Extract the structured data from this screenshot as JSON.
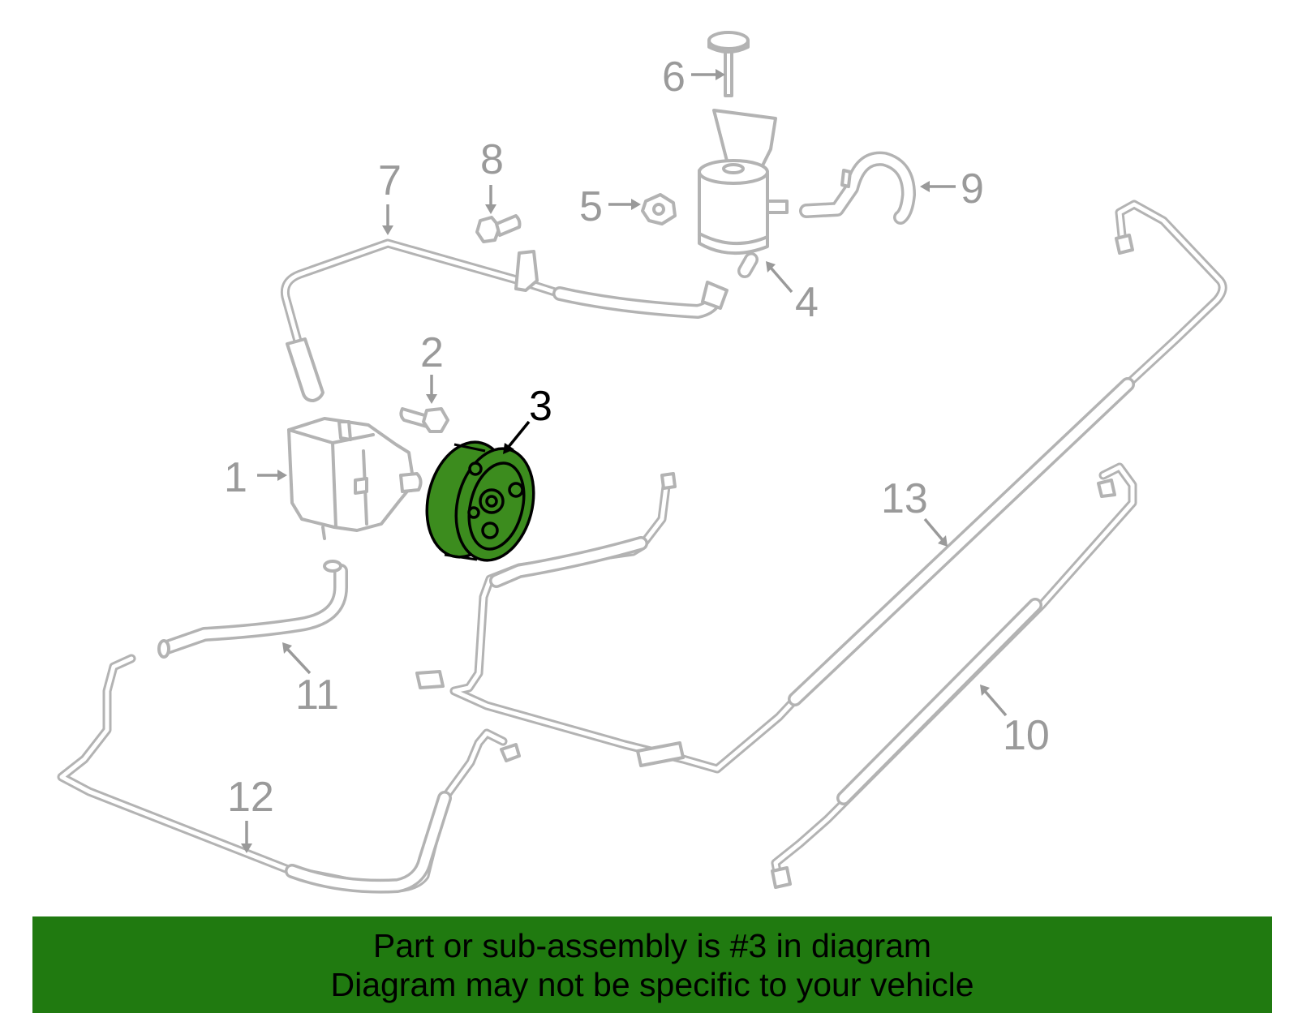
{
  "callouts": [
    {
      "id": "1",
      "label": "1"
    },
    {
      "id": "2",
      "label": "2"
    },
    {
      "id": "3",
      "label": "3",
      "highlighted": true
    },
    {
      "id": "4",
      "label": "4"
    },
    {
      "id": "5",
      "label": "5"
    },
    {
      "id": "6",
      "label": "6"
    },
    {
      "id": "7",
      "label": "7"
    },
    {
      "id": "8",
      "label": "8"
    },
    {
      "id": "9",
      "label": "9"
    },
    {
      "id": "10",
      "label": "10"
    },
    {
      "id": "11",
      "label": "11"
    },
    {
      "id": "12",
      "label": "12"
    },
    {
      "id": "13",
      "label": "13"
    }
  ],
  "banner": {
    "line1": "Part or sub-assembly is #3 in diagram",
    "line2": "Diagram may not be specific to your vehicle"
  },
  "colors": {
    "highlight_part": "#3c8c1e",
    "banner_bg": "#207a10",
    "part_outline": "#b3b3b3",
    "callout_text": "#9a9a9a"
  }
}
